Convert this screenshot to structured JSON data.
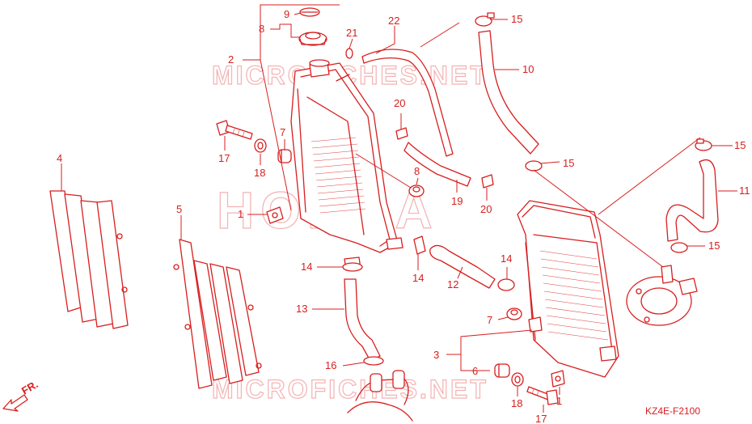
{
  "diagram_code": "KZ4E-F2100",
  "direction_label": "FR.",
  "watermarks": {
    "top": "MICROFICHES.NET",
    "center": "HONDA",
    "bottom": "MICROFICHES.NET"
  },
  "callouts": [
    "1",
    "1",
    "2",
    "3",
    "4",
    "5",
    "6",
    "7",
    "7",
    "8",
    "8",
    "9",
    "10",
    "11",
    "12",
    "13",
    "14",
    "14",
    "14",
    "15",
    "15",
    "15",
    "15",
    "16",
    "17",
    "17",
    "18",
    "18",
    "19",
    "20",
    "20",
    "21",
    "22"
  ],
  "colors": {
    "line": "#d81e1e",
    "watermark": "#f3b3b3",
    "background": "#ffffff"
  }
}
